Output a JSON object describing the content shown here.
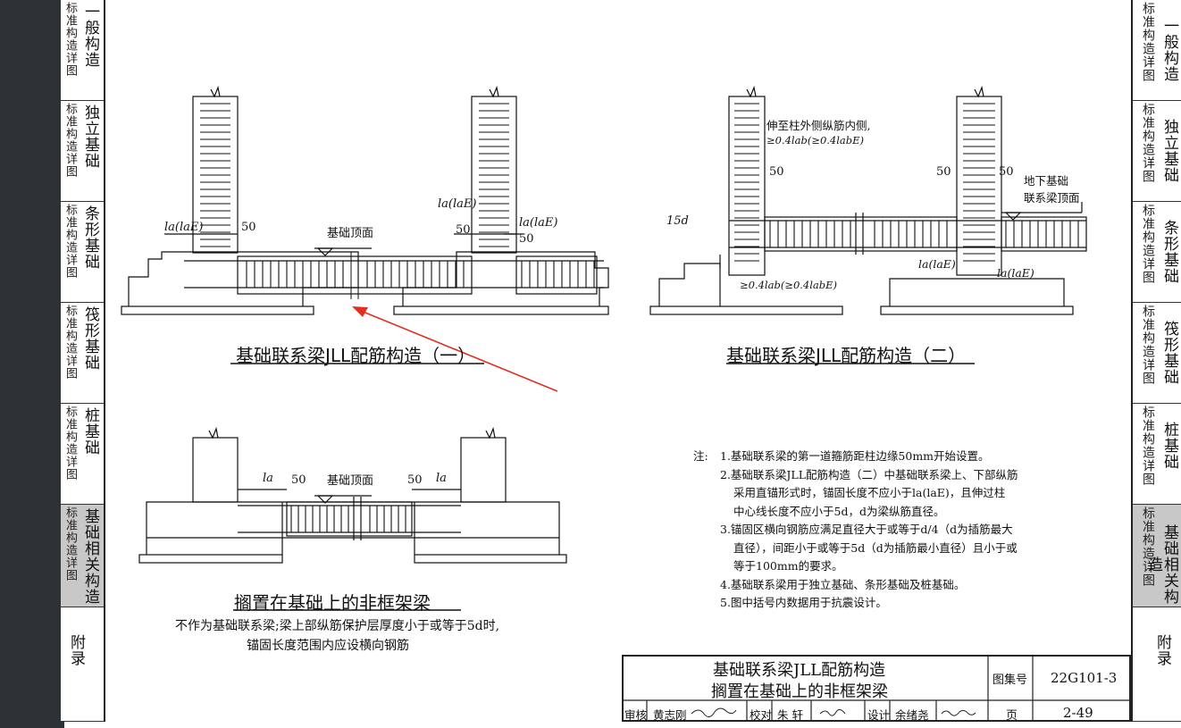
{
  "left_tabs": [
    {
      "small": "标准构造详图",
      "big": "一般构造"
    },
    {
      "small": "标准构造详图",
      "big": "独立基础"
    },
    {
      "small": "标准构造详图",
      "big": "条形基础"
    },
    {
      "small": "标准构造详图",
      "big": "筏形基础"
    },
    {
      "small": "标准构造详图",
      "big": "桩基础"
    },
    {
      "small": "标准构造详图",
      "big": "基础相关构造"
    },
    {
      "small": "",
      "big": "附录"
    }
  ],
  "right_tabs": [
    {
      "small": "标准构造详图",
      "big": "一般构造"
    },
    {
      "small": "标准构造详图",
      "big": "独立基础"
    },
    {
      "small": "标准构造详图",
      "big": "条形基础"
    },
    {
      "small": "标准构造详图",
      "big": "筏形基础"
    },
    {
      "small": "标准构造详图",
      "big": "桩基础"
    },
    {
      "small": "标准构造详图",
      "big": "基础相关构造"
    },
    {
      "small": "",
      "big": "附录"
    }
  ],
  "diagram1": {
    "title": "基础联系梁JLL配筋构造（一）",
    "label_top": "基础顶面",
    "dim_50": "50",
    "dim_la": "la(laE)"
  },
  "diagram2": {
    "title": "基础联系梁JLL配筋构造（二）",
    "note_extend": "伸至柱外侧纵筋内侧,",
    "note_extend2": "≥0.4lab(≥0.4labE)",
    "note_underground": "地下基础",
    "note_underground2": "联系梁顶面",
    "dim_15d": "15d",
    "dim_50": "50",
    "dim_la": "la(laE)",
    "note_bottom": "≥0.4lab(≥0.4labE)"
  },
  "diagram3": {
    "title": "搁置在基础上的非框架梁",
    "label_top": "基础顶面",
    "dim_la": "la",
    "dim_50": "50",
    "caption1": "不作为基础联系梁;梁上部纵筋保护层厚度小于或等于5d时,",
    "caption2": "锚固长度范围内应设横向钢筋"
  },
  "notes": {
    "head": "注:",
    "items": [
      "1.基础联系梁的第一道箍筋距柱边缘50mm开始设置。",
      "2.基础联系梁JLL配筋构造（二）中基础联系梁上、下部纵筋",
      "采用直锚形式时，锚固长度不应小于la(laE)，且伸过柱",
      "中心线长度不应小于5d，d为梁纵筋直径。",
      "3.锚固区横向钢筋应满足直径大于或等于d/4（d为插筋最大",
      "直径），间距小于或等于5d（d为插筋最小直径）且小于或",
      "等于100mm的要求。",
      "4.基础联系梁用于独立基础、条形基础及桩基础。",
      "5.图中括号内数据用于抗震设计。"
    ]
  },
  "title_block": {
    "title1": "基础联系梁JLL配筋构造",
    "title2": "搁置在基础上的非框架梁",
    "atlas_label": "图集号",
    "atlas_no": "22G101-3",
    "page_label": "页",
    "page_no": "2-49",
    "review_label": "审核",
    "reviewer": "黄志刚",
    "check_label": "校对",
    "checker": "朱 轩",
    "design_label": "设计",
    "designer": "余绪尧"
  },
  "annotation": {
    "color": "#e03020"
  }
}
